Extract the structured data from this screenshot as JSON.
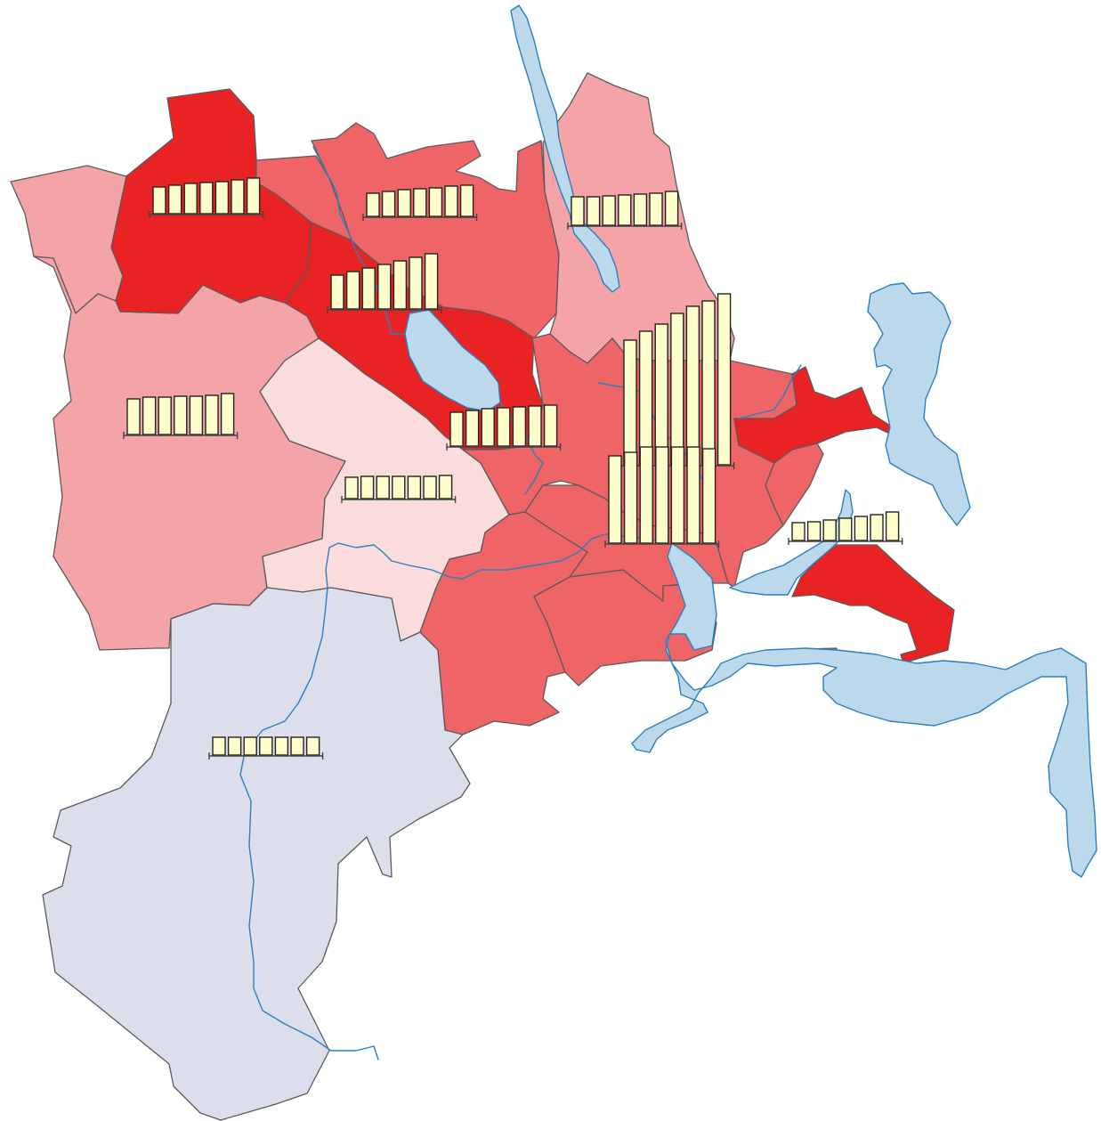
{
  "colors": {
    "level_1": "#fbdcdd",
    "level_2": "#f4a3a6",
    "level_3": "#ef6466",
    "level_4": "#e92224",
    "no_data": "#dcdeeb",
    "water": "#bcd9ec",
    "water_line": "#2a7fc0",
    "bar_fill": "#ffffcc",
    "bar_stroke": "#222222"
  },
  "regions": [
    {
      "id": "north-west",
      "level": "level_2"
    },
    {
      "id": "north-red",
      "level": "level_4"
    },
    {
      "id": "north-center-strip",
      "level": "level_3"
    },
    {
      "id": "north-center",
      "level": "level_3"
    },
    {
      "id": "north-east",
      "level": "level_2"
    },
    {
      "id": "center-lake-red",
      "level": "level_4"
    },
    {
      "id": "west-large",
      "level": "level_2"
    },
    {
      "id": "center-light",
      "level": "level_1"
    },
    {
      "id": "center-east",
      "level": "level_3"
    },
    {
      "id": "city-area",
      "level": "level_3"
    },
    {
      "id": "east-red",
      "level": "level_4"
    },
    {
      "id": "south-east-red",
      "level": "level_4"
    },
    {
      "id": "south-center",
      "level": "level_3"
    },
    {
      "id": "south-lake",
      "level": "level_3"
    },
    {
      "id": "south-west-mountain",
      "level": "no_data"
    }
  ],
  "chart_data": {
    "type": "bar",
    "series_count_per_region": 7,
    "charts": [
      {
        "region": "north-red",
        "values": [
          30,
          32,
          34,
          35,
          36,
          38,
          40
        ]
      },
      {
        "region": "north-center",
        "values": [
          26,
          28,
          30,
          31,
          32,
          34,
          35
        ]
      },
      {
        "region": "north-east",
        "values": [
          32,
          32,
          33,
          34,
          35,
          36,
          38
        ]
      },
      {
        "region": "center-lake-red",
        "values": [
          38,
          42,
          46,
          50,
          54,
          58,
          62
        ]
      },
      {
        "region": "west-large",
        "values": [
          40,
          42,
          42,
          43,
          43,
          44,
          46
        ]
      },
      {
        "region": "center-lake-south",
        "values": [
          38,
          40,
          42,
          43,
          44,
          45,
          46
        ]
      },
      {
        "region": "center-light",
        "values": [
          24,
          25,
          25,
          25,
          25,
          25,
          26
        ]
      },
      {
        "region": "city-north",
        "values": [
          140,
          150,
          158,
          170,
          178,
          184,
          192
        ]
      },
      {
        "region": "city-south",
        "values": [
          98,
          102,
          108,
          108,
          108,
          108,
          106
        ]
      },
      {
        "region": "east-lake",
        "values": [
          20,
          21,
          23,
          25,
          27,
          29,
          32
        ]
      },
      {
        "region": "south-west-mountain",
        "values": [
          20,
          20,
          20,
          20,
          20,
          20,
          20
        ]
      }
    ]
  }
}
